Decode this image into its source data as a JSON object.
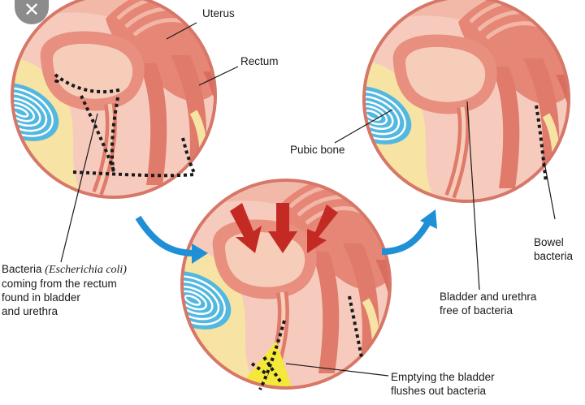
{
  "colors": {
    "tissue_pink": "#f4c3b4",
    "muscle_red": "#e07a6a",
    "muscle_dark": "#c85a4e",
    "fat_yellow": "#f7e3a3",
    "bone_blue": "#53b8e0",
    "arrow_blue": "#1f8fd6",
    "arrow_red": "#c42a24",
    "urine_yellow": "#f4e83a",
    "bacteria": "#1a1a1a"
  },
  "icons": {
    "close": "close-icon"
  },
  "labels": {
    "close_glyph": "✕",
    "uterus": "Uterus",
    "rectum": "Rectum",
    "pubic_bone": "Pubic bone",
    "bacteria_prefix": "Bacteria ",
    "bacteria_species": "(Escherichia coli)",
    "bacteria_line2": "coming from the rectum",
    "bacteria_line3": "found in bladder",
    "bacteria_line4": "and urethra",
    "bowel_line1": "Bowel",
    "bowel_line2": "bacteria",
    "free_line1": "Bladder and urethra",
    "free_line2": "free of bacteria",
    "empty_line1": "Emptying the bladder",
    "empty_line2": "flushes out bacteria"
  }
}
